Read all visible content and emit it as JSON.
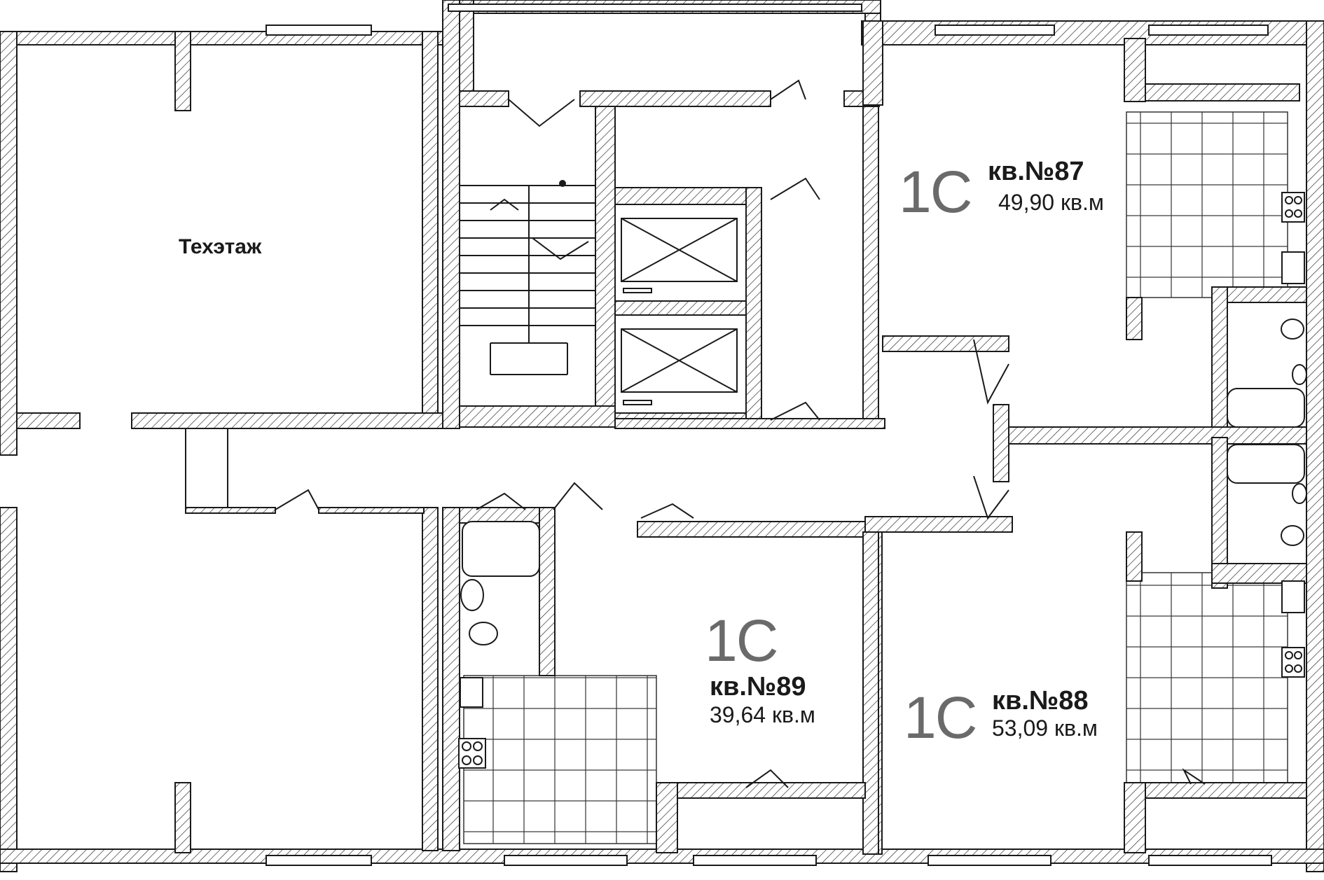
{
  "rooms": {
    "tech_floor": "Техэтаж"
  },
  "apartments": [
    {
      "id": "87",
      "type": "1С",
      "number": "кв.№87",
      "area": "49,90 кв.м"
    },
    {
      "id": "88",
      "type": "1С",
      "number": "кв.№88",
      "area": "53,09 кв.м"
    },
    {
      "id": "89",
      "type": "1С",
      "number": "кв.№89",
      "area": "39,64 кв.м"
    }
  ],
  "colors": {
    "wall_line": "#1a1a1a",
    "label_type": "#6a6a6a",
    "background": "#ffffff"
  }
}
